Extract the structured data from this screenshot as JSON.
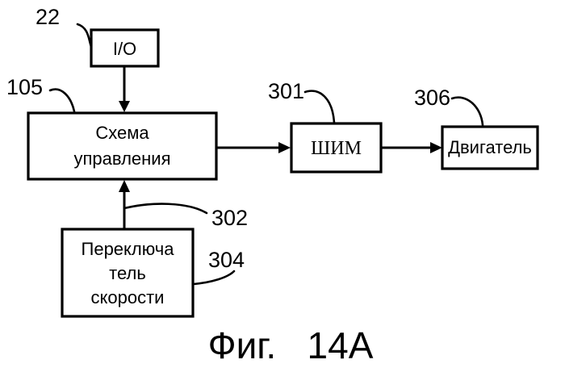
{
  "blocks": {
    "io": {
      "label": "I/O",
      "ref": "22"
    },
    "control": {
      "line1": "Схема",
      "line2": "управления",
      "ref": "105"
    },
    "pwm": {
      "label": "ШИМ",
      "ref": "301"
    },
    "motor": {
      "label": "Двигатель",
      "ref": "306"
    },
    "switch": {
      "line1": "Переключа",
      "line2": "тель",
      "line3": "скорости",
      "ref": "304"
    }
  },
  "signal_ref": "302",
  "caption": "Фиг.   14А"
}
